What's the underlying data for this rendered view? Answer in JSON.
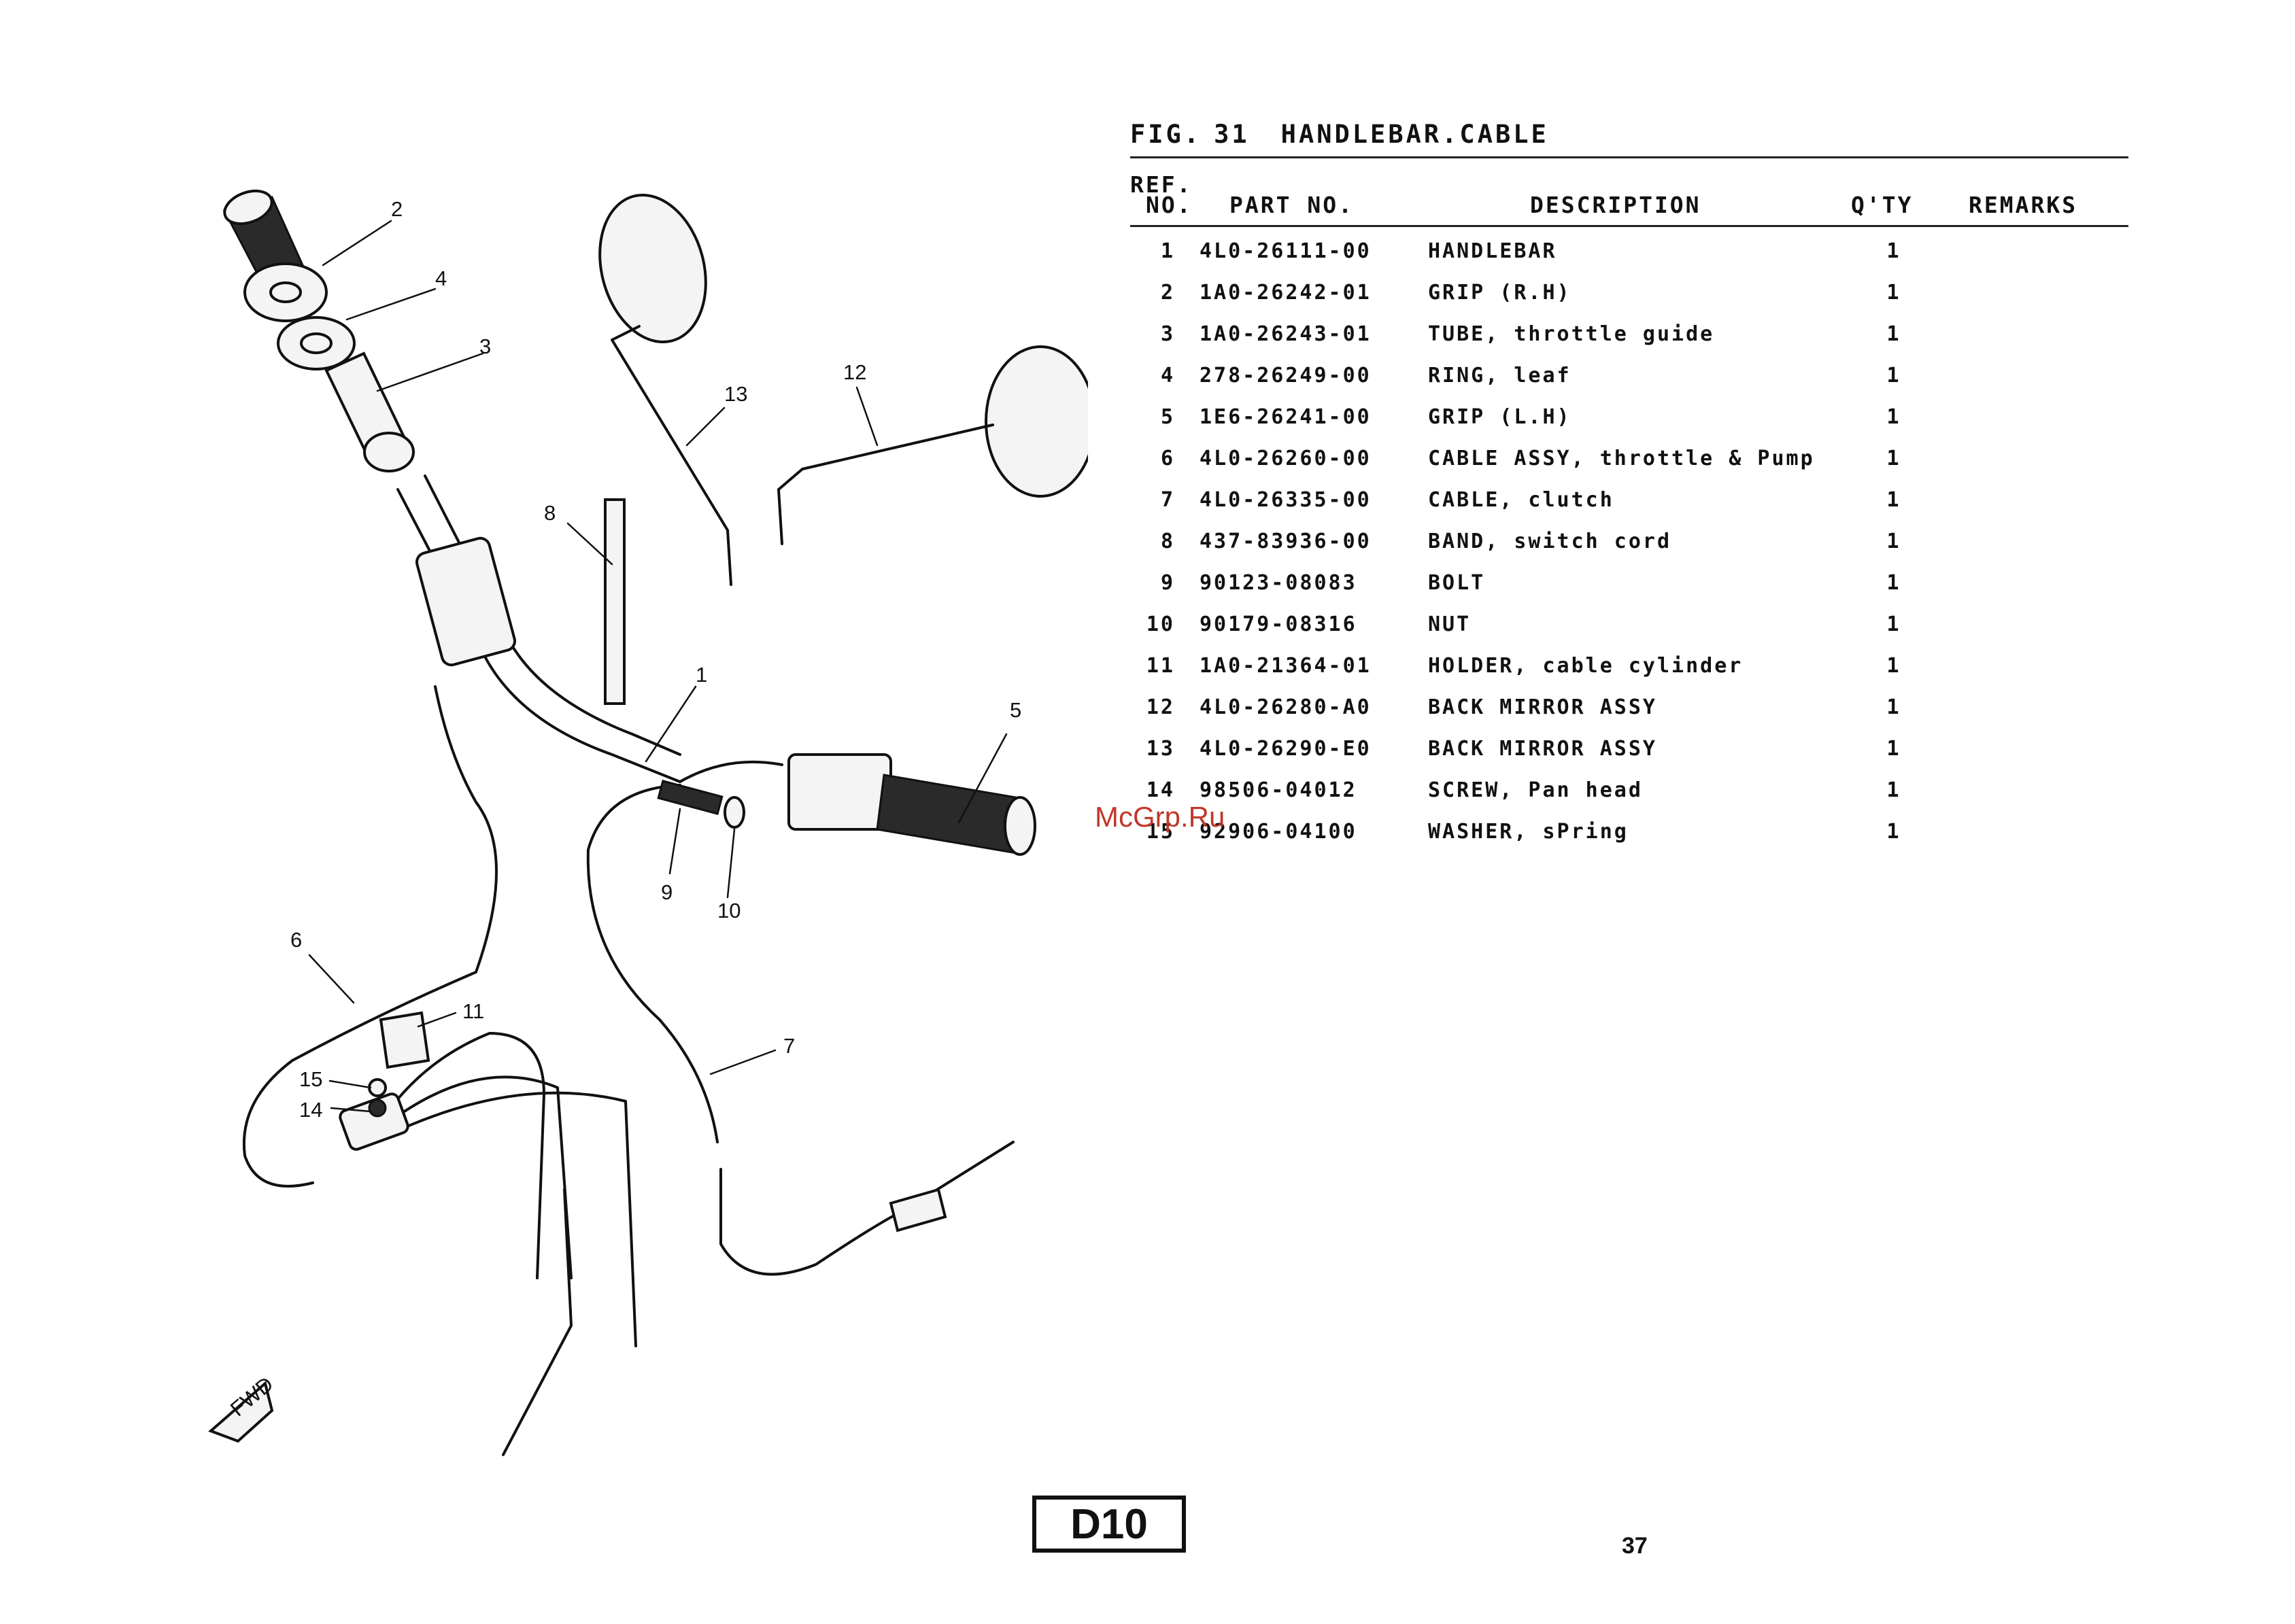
{
  "figure": {
    "prefix": "FIG.",
    "number": "31",
    "title": "HANDLEBAR.CABLE"
  },
  "table": {
    "headers": {
      "ref_line1": "REF.",
      "ref_line2": "NO.",
      "part_no": "PART NO.",
      "description": "DESCRIPTION",
      "qty": "Q'TY",
      "remarks": "REMARKS"
    },
    "rows": [
      {
        "ref": "1",
        "part_no": "4L0-26111-00",
        "description": "HANDLEBAR",
        "qty": "1",
        "remarks": ""
      },
      {
        "ref": "2",
        "part_no": "1A0-26242-01",
        "description": "GRIP (R.H)",
        "qty": "1",
        "remarks": ""
      },
      {
        "ref": "3",
        "part_no": "1A0-26243-01",
        "description": "TUBE, throttle guide",
        "qty": "1",
        "remarks": ""
      },
      {
        "ref": "4",
        "part_no": "278-26249-00",
        "description": "RING, leaf",
        "qty": "1",
        "remarks": ""
      },
      {
        "ref": "5",
        "part_no": "1E6-26241-00",
        "description": "GRIP (L.H)",
        "qty": "1",
        "remarks": ""
      },
      {
        "ref": "6",
        "part_no": "4L0-26260-00",
        "description": "CABLE ASSY, throttle & Pump",
        "qty": "1",
        "remarks": ""
      },
      {
        "ref": "7",
        "part_no": "4L0-26335-00",
        "description": "CABLE, clutch",
        "qty": "1",
        "remarks": ""
      },
      {
        "ref": "8",
        "part_no": "437-83936-00",
        "description": "BAND, switch cord",
        "qty": "1",
        "remarks": ""
      },
      {
        "ref": "9",
        "part_no": "90123-08083",
        "description": "BOLT",
        "qty": "1",
        "remarks": ""
      },
      {
        "ref": "10",
        "part_no": "90179-08316",
        "description": "NUT",
        "qty": "1",
        "remarks": ""
      },
      {
        "ref": "11",
        "part_no": "1A0-21364-01",
        "description": "HOLDER, cable cylinder",
        "qty": "1",
        "remarks": ""
      },
      {
        "ref": "12",
        "part_no": "4L0-26280-A0",
        "description": "BACK MIRROR ASSY",
        "qty": "1",
        "remarks": ""
      },
      {
        "ref": "13",
        "part_no": "4L0-26290-E0",
        "description": "BACK MIRROR ASSY",
        "qty": "1",
        "remarks": ""
      },
      {
        "ref": "14",
        "part_no": "98506-04012",
        "description": "SCREW, Pan head",
        "qty": "1",
        "remarks": ""
      },
      {
        "ref": "15",
        "part_no": "92906-04100",
        "description": "WASHER, sPring",
        "qty": "1",
        "remarks": ""
      }
    ]
  },
  "diagram": {
    "callouts": [
      "1",
      "2",
      "3",
      "4",
      "5",
      "6",
      "7",
      "8",
      "9",
      "10",
      "11",
      "12",
      "13",
      "14",
      "15"
    ],
    "fwd_label": "FWD"
  },
  "watermark": "McGrp.Ru",
  "catalog_code": "D10",
  "page_number": "37"
}
